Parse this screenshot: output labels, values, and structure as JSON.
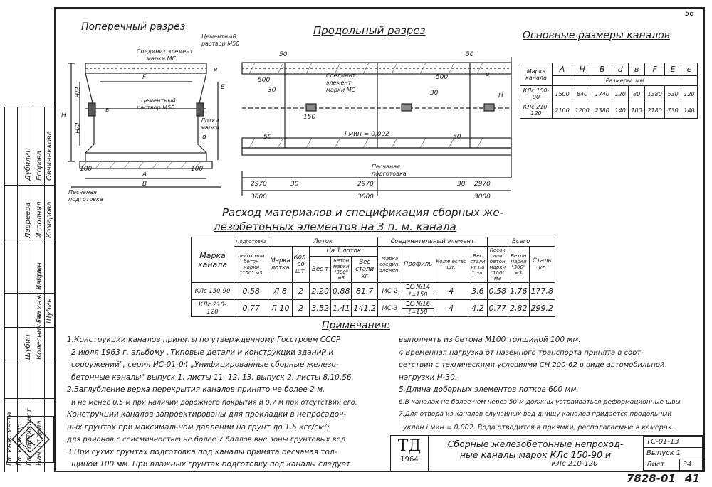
{
  "corner_mark": "56",
  "titles": {
    "cross_section": "Поперечный разрез",
    "long_section": "Продольный разрез",
    "main_dims": "Основные размеры каналов",
    "consumption_line1": "Расход материалов и спецификация сборных же-",
    "consumption_line2": "лезобетонных элементов на 3 п. м. канала",
    "notes": "Примечания:"
  },
  "cross_labels": {
    "cement_top_1": "Цементный",
    "cement_top_2": "раствор М50",
    "connect_1": "Соединит.элемент",
    "connect_2": "марки МС",
    "F": "F",
    "cement_mid_1": "Цементный",
    "cement_mid_2": "раствор М50",
    "tray_1": "Лотки",
    "tray_2": "марки",
    "B_small": "в",
    "H": "H",
    "H2a": "H/2",
    "H2b": "H/2",
    "E": "E",
    "e": "e",
    "d": "d",
    "A": "A",
    "Bbig": "B",
    "d100a": "100",
    "d100b": "100",
    "sand_1": "Песчаная",
    "sand_2": "подготовка"
  },
  "long_labels": {
    "d50a": "50",
    "d500a": "500",
    "d30a": "30",
    "conn_1": "Соединит.",
    "conn_2": "элемент",
    "conn_3": "марки МС",
    "d150": "150",
    "d500b": "500",
    "d30b": "30",
    "d50b": "50",
    "e": "e",
    "H": "H",
    "slope": "i мин = 0,002",
    "d50c": "50",
    "d50d": "50",
    "sand_1": "Песчаная",
    "sand_2": "подготовка",
    "d2970a": "2970",
    "d30c": "30",
    "d2970b": "2970",
    "d30d": "30",
    "d2970c": "2970",
    "d3000a": "3000",
    "d3000b": "3000",
    "d3000c": "3000"
  },
  "dims_table": {
    "headers": [
      "Марка канала",
      "A",
      "H",
      "B",
      "d",
      "в",
      "F",
      "E",
      "e"
    ],
    "unit_row": "Размеры, мм",
    "rows": [
      [
        "КЛс 150-90",
        "1500",
        "840",
        "1740",
        "120",
        "80",
        "1380",
        "530",
        "120"
      ],
      [
        "КЛс 210-120",
        "2100",
        "1200",
        "2380",
        "140",
        "100",
        "2180",
        "730",
        "140"
      ]
    ]
  },
  "spec_table": {
    "h_marka": "Марка канала",
    "h_podg": "Подготовка",
    "h_podg_sub": "песок или бетон марки \"100\" м3",
    "h_lotok": "Лоток",
    "h_marka_lotka": "Марка лотка",
    "h_kol": "Кол-во шт.",
    "h_na1": "На 1 лоток",
    "h_ves_t": "Вес т",
    "h_beton": "Бетон марки \"300\" м3",
    "h_stal": "Вес стали кг",
    "h_soed": "Соединительный элемент",
    "h_soed_marka": "Марка соедин. элемен.",
    "h_profil": "Профиль",
    "h_kolich": "Количество шт.",
    "h_ves_stali": "Вес стали кг на 1 эл.",
    "h_vsego": "Всего",
    "h_v_pesok": "Песок или бетон марки \"100\" м3",
    "h_v_beton": "Бетон марки \"300\" м3",
    "h_v_stal": "Сталь кг",
    "rows": [
      {
        "marka": "КЛс 150-90",
        "podg": "0,58",
        "lotok": "Л 8",
        "kol": "2",
        "ves": "2,20",
        "beton": "0,88",
        "stal": "81,7",
        "ms": "МС-2",
        "prof1": "ℶС №14",
        "prof2": "ℓ=150",
        "kolich": "4",
        "ves_st": "3,6",
        "v_pesok": "0,58",
        "v_beton": "1,76",
        "v_stal": "177,8"
      },
      {
        "marka": "КЛс 210-120",
        "podg": "0,77",
        "lotok": "Л 10",
        "kol": "2",
        "ves": "3,52",
        "beton": "1,41",
        "stal": "141,2",
        "ms": "МС-3",
        "prof1": "ℶС №16",
        "prof2": "ℓ=150",
        "kolich": "4",
        "ves_st": "4,2",
        "v_pesok": "0,77",
        "v_beton": "2,82",
        "v_stal": "299,2"
      }
    ]
  },
  "notes_left": [
    "1.Конструкции каналов приняты по утвержденному Госстроем СССР",
    "2 июля 1963 г. альбому „Типовые детали и конструкции зданий и",
    "сооружений\", серия ИС-01-04 „Унифицированные сборные железо-",
    "бетонные каналы\" выпуск 1, листы 11, 12, 13, выпуск 2, листы 8,10,56.",
    "2.Заглубление верха перекрытия каналов принято не более 2 м.",
    "и не менее 0,5 м при наличии дорожного покрытия и 0,7 м при отсутствии его.",
    "Конструкции каналов запроектированы для прокладки в непросадоч-",
    "ных грунтах при максимальном давлении на грунт до 1,5 кгс/см²;",
    "для районов с сейсмичностью не более 7 баллов вне зоны грунтовых вод",
    "3.При сухих грунтах подготовка под каналы принята песчаная тол-",
    "щиной 100 мм. При влажных грунтах подготовку под каналы следует"
  ],
  "notes_right": [
    "выполнять из бетона М100 толщиной 100 мм.",
    "4.Временная нагрузка от наземного транспорта принята в соот-",
    "ветствии с техническими условиями СН 200-62 в виде автомобильной",
    "нагрузки Н-30.",
    "5.Длина доборных элементов лотков 600 мм.",
    "6.В каналах не более чем через 50 м должны устраиваться деформационные швы",
    "7.Для отвода из каналов случайных вод днищу каналов придается продольный",
    "уклон i мин = 0,002. Вода отводится в приямки, располагаемые в камерах."
  ],
  "side_stamp": {
    "rows": [
      [
        "Нач. отдела",
        "Колесников",
        "Шубин"
      ],
      [
        "Гл. специалист",
        "Шубин",
        ""
      ],
      [
        "Гл. инж. пр.",
        "Колесникова",
        "Шубин"
      ],
      [
        "Гл. инж. ин-та",
        "Кабрин",
        ""
      ],
      [
        "Исполнил",
        "Лавреева",
        "Комарова"
      ],
      [
        "Егорова",
        "Дубилин",
        "Овчинникова"
      ]
    ]
  },
  "title_block": {
    "logo_1": "ТД",
    "logo_2": "1964",
    "desc_1": "Сборные железобетонные непроход-",
    "desc_2": "ные каналы марок КЛс 150-90 и",
    "desc_3": "КЛс 210-120",
    "code": "ТС-01-13",
    "issue": "Выпуск 1",
    "sheet_label": "Лист",
    "sheet_num": "34"
  },
  "bottom_num": "7828-01",
  "bottom_page": "41"
}
